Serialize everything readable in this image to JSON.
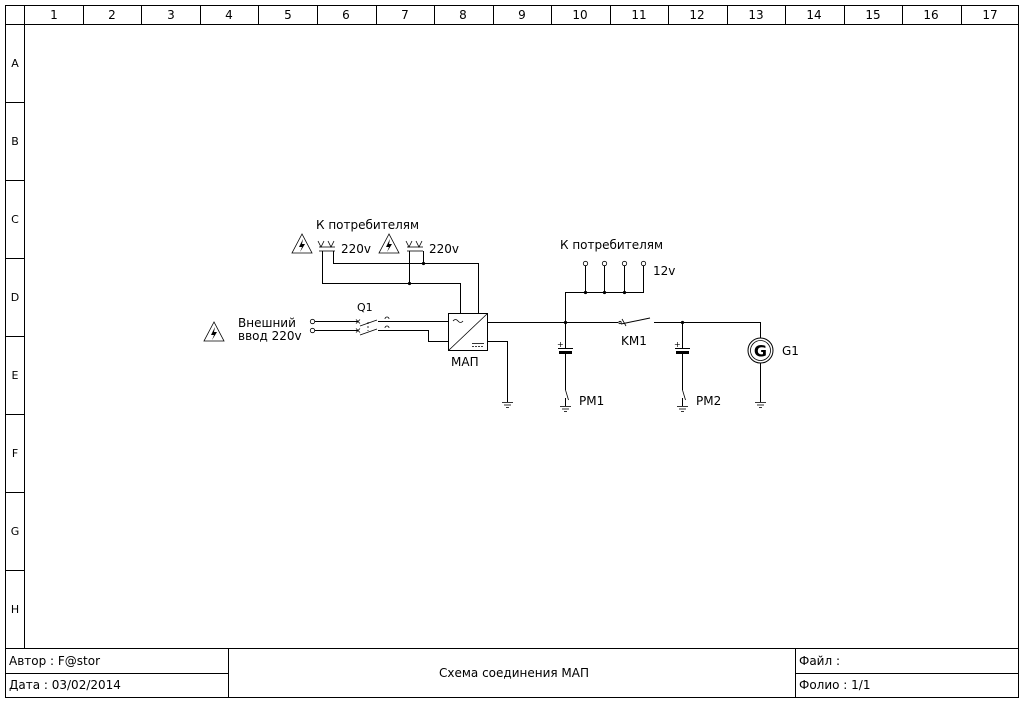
{
  "frame": {
    "columns": [
      "1",
      "2",
      "3",
      "4",
      "5",
      "6",
      "7",
      "8",
      "9",
      "10",
      "11",
      "12",
      "13",
      "14",
      "15",
      "16",
      "17"
    ],
    "rows": [
      "A",
      "B",
      "C",
      "D",
      "E",
      "F",
      "G",
      "H"
    ]
  },
  "title_block": {
    "author": "Автор : F@stor",
    "date": "Дата : 03/02/2014",
    "title": "Схема соединения МАП",
    "file": "Файл :",
    "folio": "Фолио : 1/1"
  },
  "diagram": {
    "consumers_220_label": "К потребителям",
    "socket1_voltage": "220v",
    "socket2_voltage": "220v",
    "external_input_line1": "Внешний",
    "external_input_line2": "ввод 220v",
    "breaker_label": "Q1",
    "inverter_label": "МАП",
    "consumers_12_label": "К потребителям",
    "voltage_12": "12v",
    "contactor_label": "KM1",
    "battery1_label": "PM1",
    "battery2_label": "PM2",
    "generator_label": "G1",
    "generator_symbol": "G",
    "battery_plus": "+"
  }
}
